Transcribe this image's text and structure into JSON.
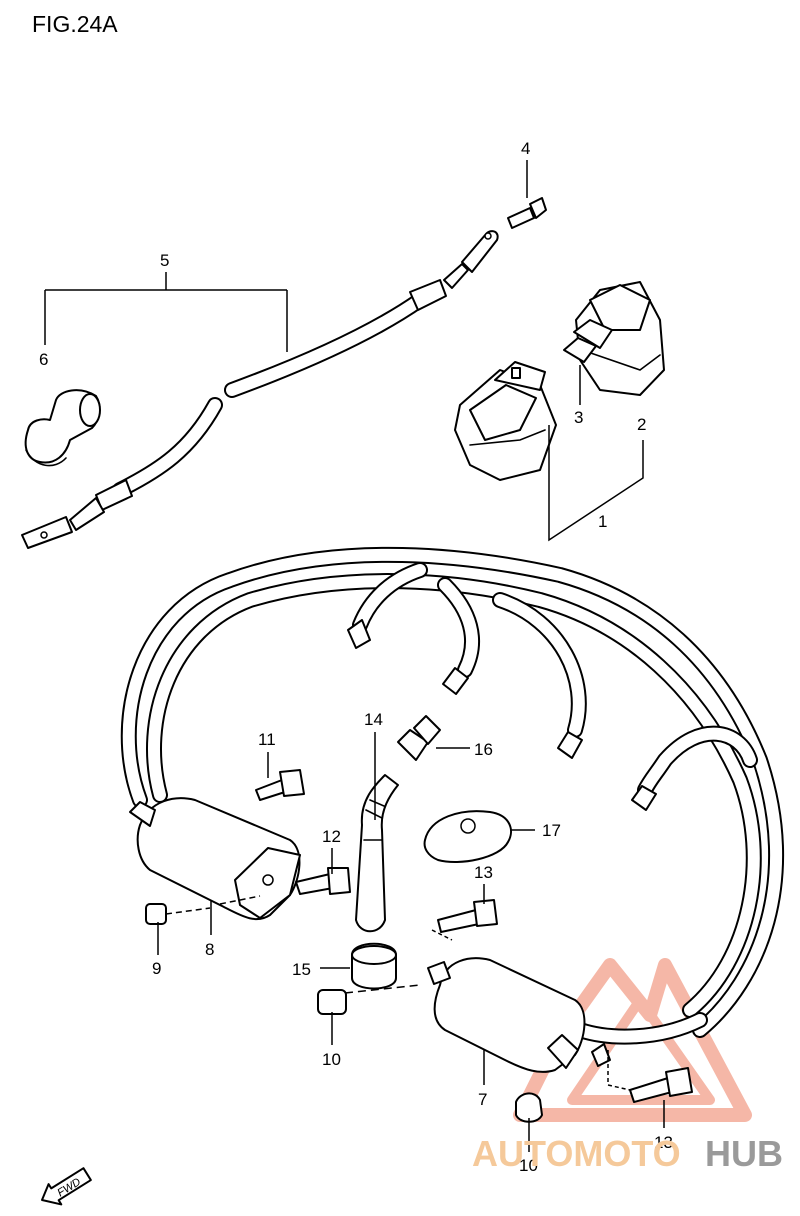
{
  "figure": {
    "title": "FIG.24A"
  },
  "callouts": [
    "1",
    "2",
    "3",
    "4",
    "5",
    "6",
    "7",
    "8",
    "9",
    "10",
    "11",
    "12",
    "13",
    "14",
    "15",
    "16",
    "17"
  ],
  "extra_callouts": {
    "ten_b": "10",
    "thirteen_b": "13"
  },
  "direction_badge": "FWD",
  "watermark": {
    "part1": "AUTOMOTO",
    "part2": "HUB",
    "color_primary": "#f0a58c",
    "color_secondary": "#9a9a9a"
  }
}
